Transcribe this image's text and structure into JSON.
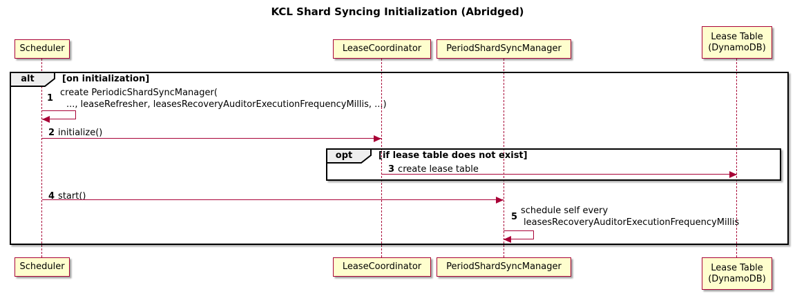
{
  "title": "KCL Shard Syncing Initialization (Abridged)",
  "participants": [
    {
      "label": "Scheduler"
    },
    {
      "label": "LeaseCoordinator"
    },
    {
      "label": "PeriodShardSyncManager"
    },
    {
      "label": "Lease Table",
      "label2": "(DynamoDB)"
    }
  ],
  "frames": {
    "alt": {
      "operator": "alt",
      "guard": "[on initialization]"
    },
    "opt": {
      "operator": "opt",
      "guard": "[if lease table does not exist]"
    }
  },
  "messages": {
    "m1": {
      "num": "1",
      "line1": "create PeriodicShardSyncManager(",
      "line2": "..., leaseRefresher, leasesRecoveryAuditorExecutionFrequencyMillis, ...)"
    },
    "m2": {
      "num": "2",
      "text": "initialize()"
    },
    "m3": {
      "num": "3",
      "text": "create lease table"
    },
    "m4": {
      "num": "4",
      "text": "start()"
    },
    "m5": {
      "num": "5",
      "line1": "schedule self every",
      "line2": "leasesRecoveryAuditorExecutionFrequencyMillis"
    }
  },
  "colors": {
    "participant_fill": "#FEFECE",
    "accent": "#A80036",
    "frame_border": "#000000",
    "operator_bg": "#EEEEEE"
  }
}
